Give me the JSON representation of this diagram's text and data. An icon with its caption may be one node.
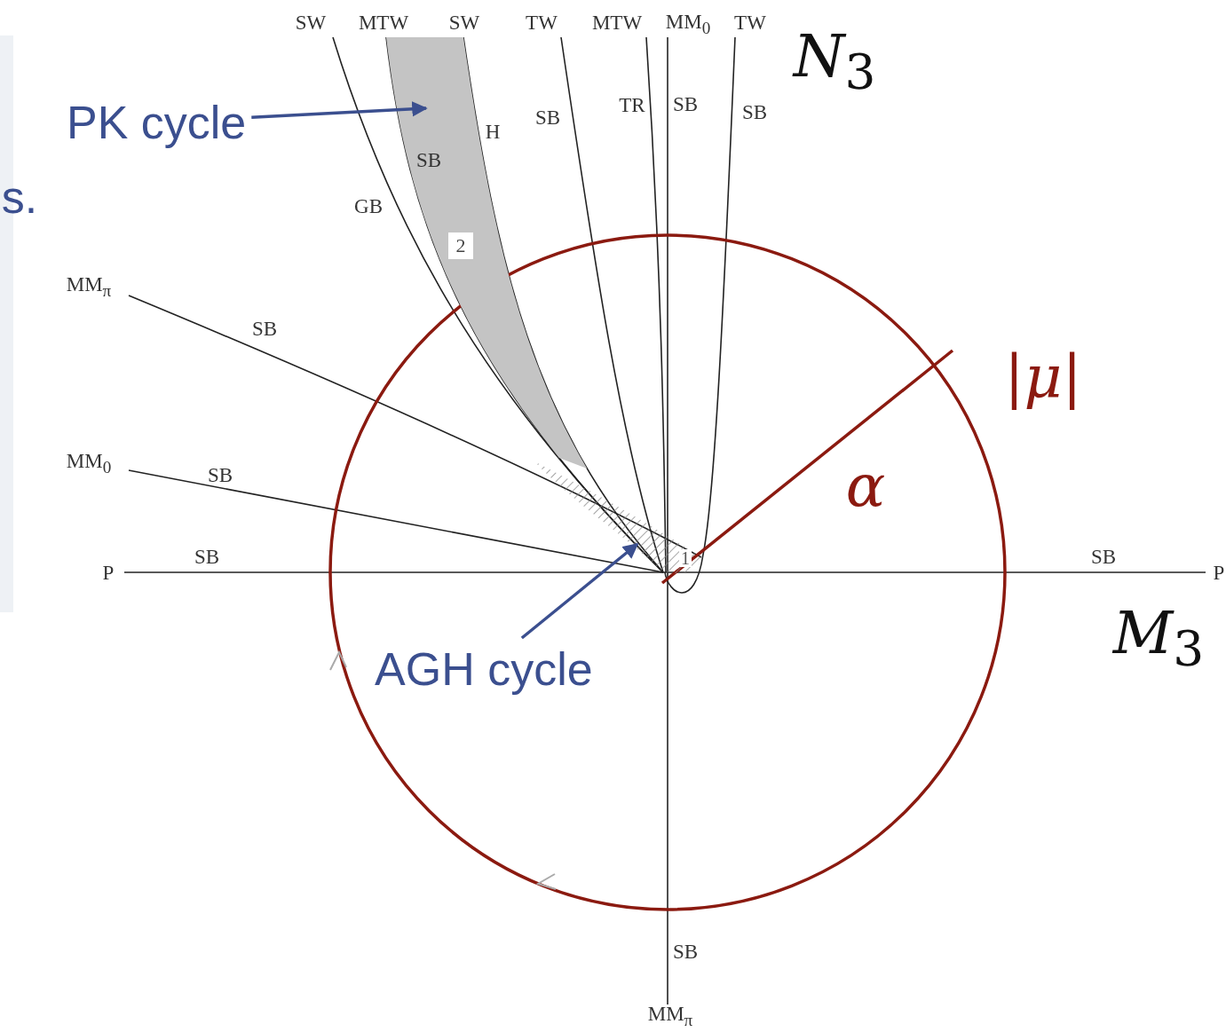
{
  "diagram": {
    "nodes": [
      {
        "text": [
          "PK cycle"
        ]
      },
      {
        "text": [],
        "shape": "band"
      },
      {
        "text": [
          "2"
        ],
        "in": 1
      },
      {
        "text": [
          "1"
        ]
      },
      {
        "text": [
          "AGH cycle"
        ]
      }
    ],
    "edges": [
      {
        "from": 0,
        "to": 1,
        "arrow": "to"
      },
      {
        "from": 4,
        "to": 3,
        "arrow": "to"
      }
    ],
    "labels": [
      "s.",
      "SW",
      "MTW",
      "SW",
      "TW",
      "MTW",
      "MM$_{0}$",
      "TW",
      "*N*$_{3}$",
      "TR",
      "SB",
      "SB",
      "SB",
      "H",
      "SB",
      "GB",
      "MM$_{π}$",
      "SB",
      "|*μ*|",
      "MM$_{0}$",
      "SB",
      "*α*",
      "SB",
      "P",
      "SB",
      "P",
      "*M*$_{3}$",
      "SB",
      "MM$_{π}$"
    ]
  }
}
